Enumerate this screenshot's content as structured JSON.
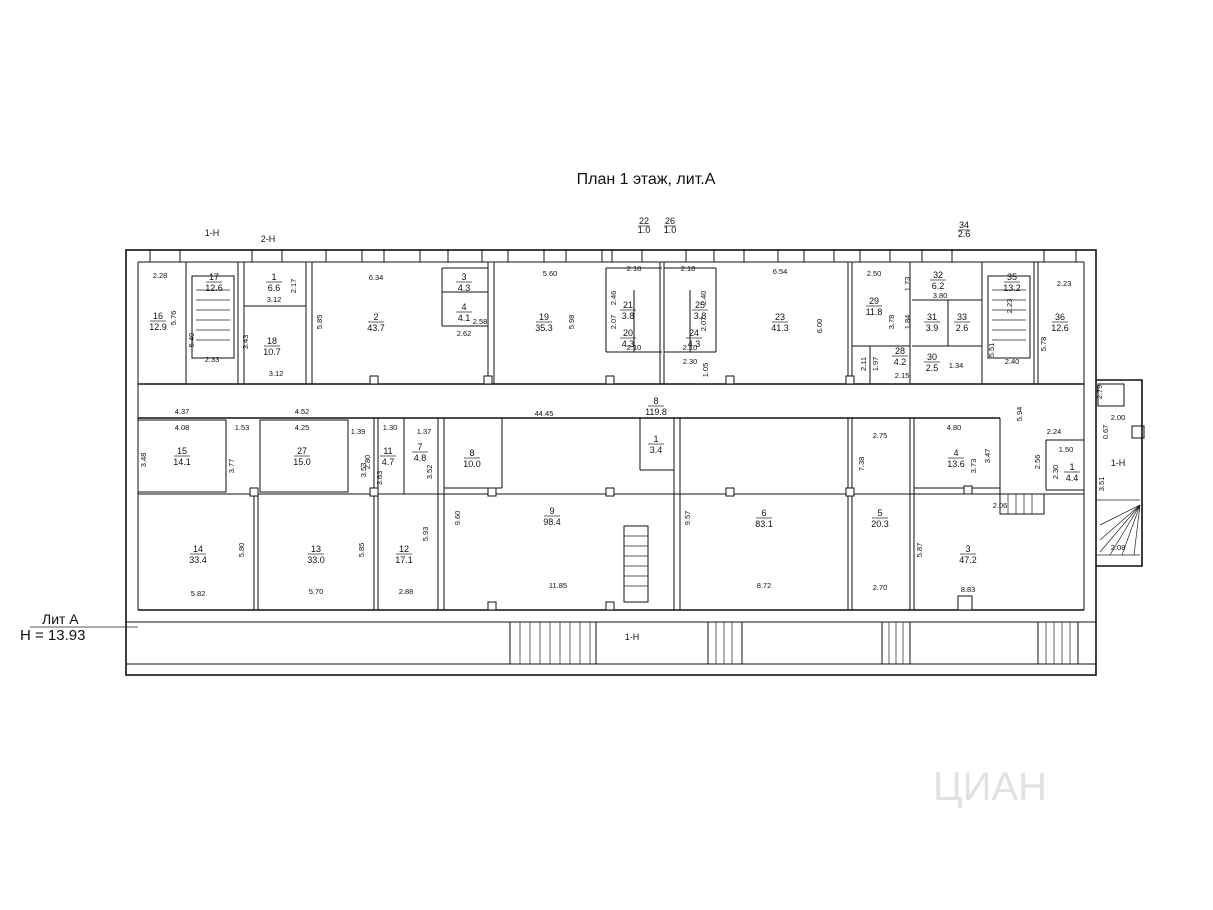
{
  "title": "План 1 этаж, лит.А",
  "level": {
    "label": "Лит А",
    "height": "H = 13.93"
  },
  "watermark": "ЦИАН",
  "top_labels": [
    {
      "num": "22",
      "area": "1.0"
    },
    {
      "num": "26",
      "area": "1.0"
    },
    {
      "num": "34",
      "area": "2.6"
    }
  ],
  "entries": [
    "1-Н",
    "2-Н",
    "1-Н",
    "1-Н"
  ],
  "rooms": [
    {
      "num": "16",
      "area": "12.9"
    },
    {
      "num": "17",
      "area": "12.6"
    },
    {
      "num": "1",
      "area": "6.6"
    },
    {
      "num": "18",
      "area": "10.7"
    },
    {
      "num": "2",
      "area": "43.7"
    },
    {
      "num": "3",
      "area": "4.3"
    },
    {
      "num": "4",
      "area": "4.1"
    },
    {
      "num": "19",
      "area": "35.3"
    },
    {
      "num": "21",
      "area": "3.8"
    },
    {
      "num": "20",
      "area": "4.3"
    },
    {
      "num": "25",
      "area": "3.8"
    },
    {
      "num": "24",
      "area": "4.3"
    },
    {
      "num": "23",
      "area": "41.3"
    },
    {
      "num": "29",
      "area": "11.8"
    },
    {
      "num": "32",
      "area": "6.2"
    },
    {
      "num": "31",
      "area": "3.9"
    },
    {
      "num": "33",
      "area": "2.6"
    },
    {
      "num": "28",
      "area": "4.2"
    },
    {
      "num": "30",
      "area": "2.5"
    },
    {
      "num": "35",
      "area": "13.2"
    },
    {
      "num": "36",
      "area": "12.6"
    },
    {
      "num": "8",
      "area": "119.8"
    },
    {
      "num": "15",
      "area": "14.1"
    },
    {
      "num": "27",
      "area": "15.0"
    },
    {
      "num": "11",
      "area": "4.7"
    },
    {
      "num": "7",
      "area": "4.8"
    },
    {
      "num": "8",
      "area": "10.0"
    },
    {
      "num": "1",
      "area": "3.4"
    },
    {
      "num": "9",
      "area": "98.4"
    },
    {
      "num": "6",
      "area": "83.1"
    },
    {
      "num": "5",
      "area": "20.3"
    },
    {
      "num": "4",
      "area": "13.6"
    },
    {
      "num": "1",
      "area": "4.4"
    },
    {
      "num": "14",
      "area": "33.4"
    },
    {
      "num": "13",
      "area": "33.0"
    },
    {
      "num": "12",
      "area": "17.1"
    },
    {
      "num": "3",
      "area": "47.2"
    }
  ],
  "dims": [
    "2.28",
    "5.76",
    "5.40",
    "2.33",
    "2.17",
    "3.12",
    "3.43",
    "3.12",
    "6.34",
    "5.85",
    "2.58",
    "2.62",
    "5.60",
    "5.98",
    "2.18",
    "2.46",
    "2.07",
    "2.10",
    "2.18",
    "2.40",
    "2.07",
    "2.10",
    "2.30",
    "1.05",
    "6.54",
    "6.00",
    "2.50",
    "1.73",
    "3.80",
    "3.78",
    "1.84",
    "2.11",
    "1.97",
    "2.15",
    "1.34",
    "2.23",
    "5.51",
    "2.40",
    "5.78",
    "2.23",
    "4.37",
    "4.52",
    "44.45",
    "5.94",
    "4.08",
    "1.53",
    "3.48",
    "3.77",
    "4.25",
    "1.39",
    "3.53",
    "2.80",
    "1.30",
    "3.63",
    "1.37",
    "3.52",
    "7.38",
    "2.75",
    "4.80",
    "3.47",
    "3.73",
    "2.56",
    "2.24",
    "2.30",
    "1.50",
    "3.51",
    "2.08",
    "2.00",
    "0.67",
    "2.79",
    "9.60",
    "9.57",
    "5.82",
    "5.80",
    "5.70",
    "5.85",
    "5.93",
    "2.88",
    "11.85",
    "8.72",
    "2.70",
    "5.87",
    "8.83",
    "2.06"
  ]
}
